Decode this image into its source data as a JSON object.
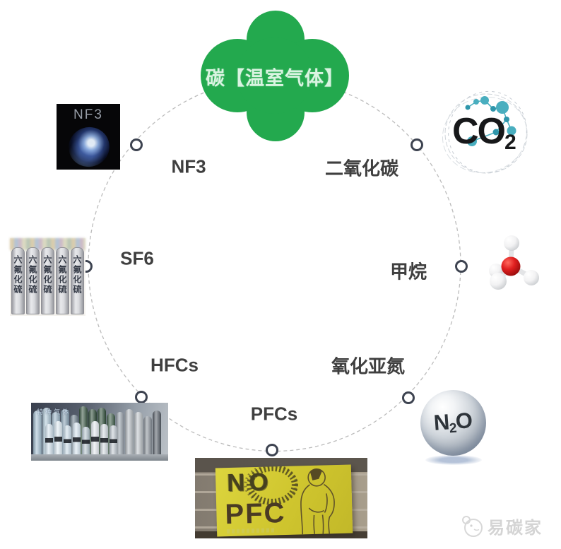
{
  "hub": {
    "label": "碳【温室气体】"
  },
  "labels": {
    "nf3": "NF3",
    "co2": "二氧化碳",
    "sf6": "SF6",
    "ch4": "甲烷",
    "hfcs": "HFCs",
    "n2o": "氧化亚氮",
    "pfcs": "PFCs"
  },
  "gases": [
    {
      "name": "二氧化碳",
      "symbol": "CO2"
    },
    {
      "name": "甲烷",
      "symbol": "CH4"
    },
    {
      "name": "氧化亚氮",
      "symbol": "N2O"
    },
    {
      "name": "PFCs",
      "symbol": "PFCs"
    },
    {
      "name": "HFCs",
      "symbol": "HFCs"
    },
    {
      "name": "SF6",
      "symbol": "SF6"
    },
    {
      "name": "NF3",
      "symbol": "NF3"
    }
  ],
  "images": {
    "nf3": {
      "caption": "NF3"
    },
    "co2": {
      "formula": "CO",
      "subscript": "2"
    },
    "sf6": {
      "cylinder_text": "六氟化硫",
      "cylinder_count": 5
    },
    "hfcs": {
      "cylinder_text": "特种气体",
      "back_colors": [
        "#a7c3d6",
        "#b3cddd",
        "#9fb9cc",
        "#8aa4b8",
        "#70828f",
        "#3c5a46",
        "#2f4d3a",
        "#33523e",
        "#41604c",
        "#97a1ab",
        "#b7bec4",
        "#c2c8cd",
        "#8d959e",
        "#5a626c"
      ],
      "front_colors": [
        "#cfe0ec",
        "#dbe9f2",
        "#c5d8e6",
        "#d2e2ee",
        "#aebfca",
        "#e2e8ee",
        "#cdd5dc",
        "#b9c2cb"
      ]
    },
    "n2o": {
      "n": "N",
      "sub": "2",
      "o": "O"
    },
    "pfc": {
      "word_no": "NO",
      "word_pfc": "PFC"
    }
  },
  "watermark": {
    "text": "易碳家"
  },
  "colors": {
    "hub_green": "#23a94e",
    "hub_text": "#d9f4e1",
    "label_text": "#3f3f3f",
    "dashed_circle": "#bcbcbc",
    "node_stroke": "#3d4350",
    "molecule_teal": "#49aebf",
    "sign_yellow": "#cfc52e"
  }
}
